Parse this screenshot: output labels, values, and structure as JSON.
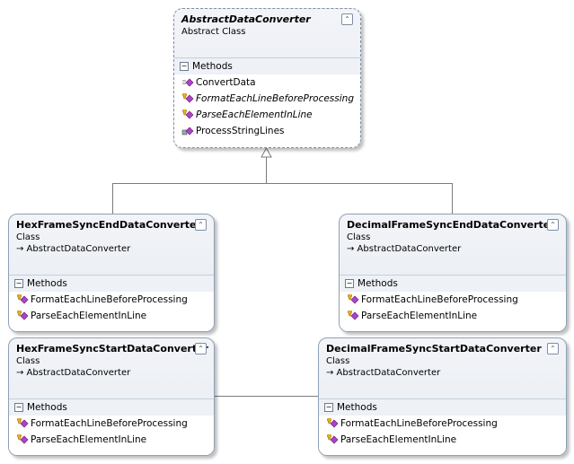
{
  "abstract_class": {
    "name": "AbstractDataConverter",
    "kind": "Abstract Class",
    "section": "Methods",
    "methods": [
      "ConvertData",
      "FormatEachLineBeforeProcessing",
      "ParseEachElementInLine",
      "ProcessStringLines"
    ]
  },
  "hex_end": {
    "name": "HexFrameSyncEndDataConverter",
    "kind": "Class",
    "base": "→ AbstractDataConverter",
    "section": "Methods",
    "methods": [
      "FormatEachLineBeforeProcessing",
      "ParseEachElementInLine"
    ]
  },
  "dec_end": {
    "name": "DecimalFrameSyncEndDataConverter",
    "kind": "Class",
    "base": "→ AbstractDataConverter",
    "section": "Methods",
    "methods": [
      "FormatEachLineBeforeProcessing",
      "ParseEachElementInLine"
    ]
  },
  "hex_start": {
    "name": "HexFrameSyncStartDataConverter",
    "kind": "Class",
    "base": "→ AbstractDataConverter",
    "section": "Methods",
    "methods": [
      "FormatEachLineBeforeProcessing",
      "ParseEachElementInLine"
    ]
  },
  "dec_start": {
    "name": "DecimalFrameSyncStartDataConverter",
    "kind": "Class",
    "base": "→ AbstractDataConverter",
    "section": "Methods",
    "methods": [
      "FormatEachLineBeforeProcessing",
      "ParseEachElementInLine"
    ]
  },
  "icons": {
    "collapse": "double-chevron-up-icon",
    "public_method": "method-icon",
    "protected_method": "protected-method-icon"
  }
}
